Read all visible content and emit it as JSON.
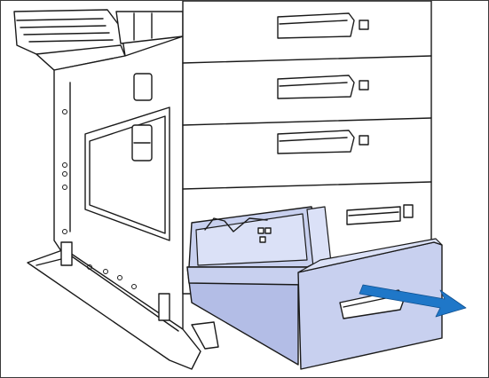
{
  "figure": {
    "colors": {
      "tray": "#c8d0ef",
      "tray_shadow": "#b3bde6",
      "arrow": "#1f77c8",
      "outline": "#1a1a1a"
    },
    "icons": [
      "printer-cabinet",
      "paper-tray",
      "pull-direction-arrow"
    ]
  }
}
